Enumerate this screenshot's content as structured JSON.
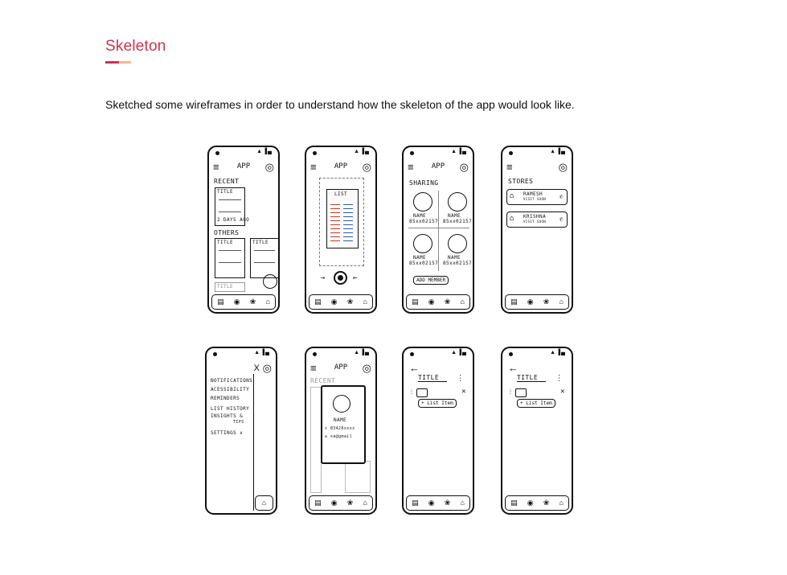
{
  "header": {
    "title": "Skeleton",
    "intro": "Sketched some wireframes in order to understand how the skeleton of the app would look like.",
    "accent_color": "#c8364b",
    "accent_color_2": "#f0b89a"
  },
  "common": {
    "app_label": "APP",
    "status_icons": "▲▐▄",
    "menu_icon": "≡",
    "avatar_icon": "◎",
    "back_icon": "←",
    "close_icon": "X",
    "nav_icons": [
      "▤",
      "◉",
      "❀",
      "⌂"
    ]
  },
  "screen_home": {
    "recent_label": "RECENT",
    "others_label": "OTHERS",
    "card_title": "TITLE",
    "card_meta": "2 DAYS AGO"
  },
  "screen_camera": {
    "list_label": "LIST"
  },
  "screen_sharing": {
    "heading": "SHARING",
    "members": [
      {
        "name": "NAME",
        "phone": "85xx02157"
      },
      {
        "name": "NAME",
        "phone": "85xx02157"
      },
      {
        "name": "NAME",
        "phone": "85xx02157"
      },
      {
        "name": "NAME",
        "phone": "85xx02157"
      }
    ],
    "add_member_label": "ADD MEMBER"
  },
  "screen_stores": {
    "heading": "STORES",
    "stores": [
      {
        "name": "RAMESH",
        "meta": "VISIT SOON"
      },
      {
        "name": "KRISHNA",
        "meta": "VISIT SOON"
      }
    ]
  },
  "screen_menu": {
    "items": [
      "NOTIFICATIONS",
      "ACESSIBILITY",
      "REMINDERS",
      "LIST HISTORY",
      "INSIGHTS &",
      "SETTINGS ∨"
    ],
    "tips_label": "TIPS"
  },
  "screen_profile": {
    "recent_label": "RECENT",
    "name": "NAME",
    "phone": "83426xxxx",
    "email": "xa@gmail"
  },
  "screen_list": {
    "title": "TITLE",
    "add_item_label": "+ List Item",
    "more_icon": "⋮",
    "delete_icon": "✕",
    "drag_icon": "⋮⋮"
  }
}
